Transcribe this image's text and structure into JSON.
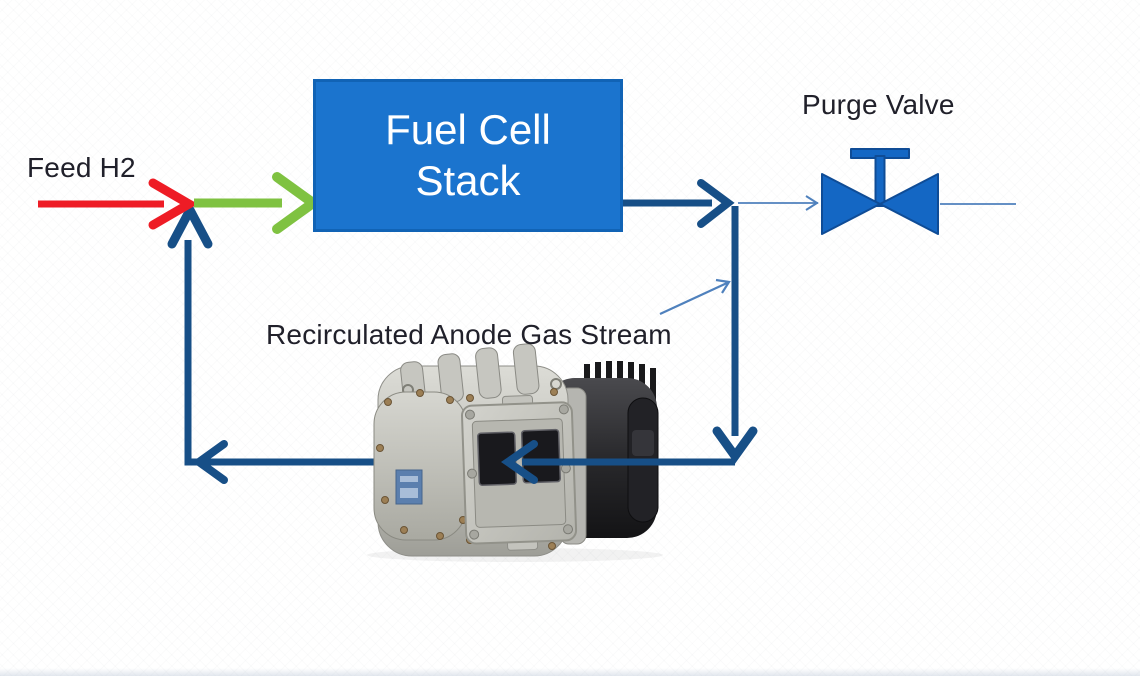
{
  "labels": {
    "feed_h2": "Feed H2",
    "stack_line1": "Fuel Cell",
    "stack_line2": "Stack",
    "purge_valve": "Purge Valve",
    "recirculated_stream": "Recirculated Anode Gas Stream"
  },
  "colors": {
    "background": "#ffffff",
    "label_text": "#20202a",
    "box_fill": "#1b74ce",
    "box_border": "#1163b5",
    "box_text": "#ffffff",
    "valve_fill": "#1467c4",
    "pipe_blue": "#174f87",
    "thin_line_blue": "#4f81bd",
    "feed_arrow_red": "#ee1c25",
    "recirc_green": "#7fc241"
  },
  "diagram": {
    "type": "process-flow",
    "nodes": [
      {
        "id": "feed_h2",
        "label": "Feed H2",
        "kind": "inlet-stream"
      },
      {
        "id": "fuel_cell_stack",
        "label": "Fuel Cell Stack",
        "kind": "process-box"
      },
      {
        "id": "purge_valve",
        "label": "Purge Valve",
        "kind": "valve-symbol"
      },
      {
        "id": "recirculation_blower",
        "label": "",
        "kind": "blower-pump-photo"
      }
    ],
    "edges": [
      {
        "from": "feed_h2",
        "to": "mix_junction",
        "color": "red",
        "style": "thick-arrow"
      },
      {
        "from": "mix_junction",
        "to": "fuel_cell_stack",
        "color": "green",
        "style": "thick-arrow"
      },
      {
        "from": "fuel_cell_stack",
        "to": "purge_junction",
        "color": "dark-blue",
        "style": "thick-arrow"
      },
      {
        "from": "purge_junction",
        "to": "purge_valve",
        "color": "steel-blue",
        "style": "thin-arrow"
      },
      {
        "from": "purge_valve",
        "to": "outlet",
        "color": "steel-blue",
        "style": "thin-line"
      },
      {
        "from": "purge_junction",
        "to": "recirculation_blower",
        "color": "dark-blue",
        "style": "thick-arrow-down-then-left"
      },
      {
        "from": "recirculation_blower",
        "to": "mix_junction",
        "color": "dark-blue",
        "style": "thick-arrow-left-then-up"
      }
    ],
    "annotation": {
      "text": "Recirculated Anode Gas Stream",
      "points_to": "recirculation-loop-pipe",
      "style": "thin-steel-blue-arrow"
    }
  }
}
